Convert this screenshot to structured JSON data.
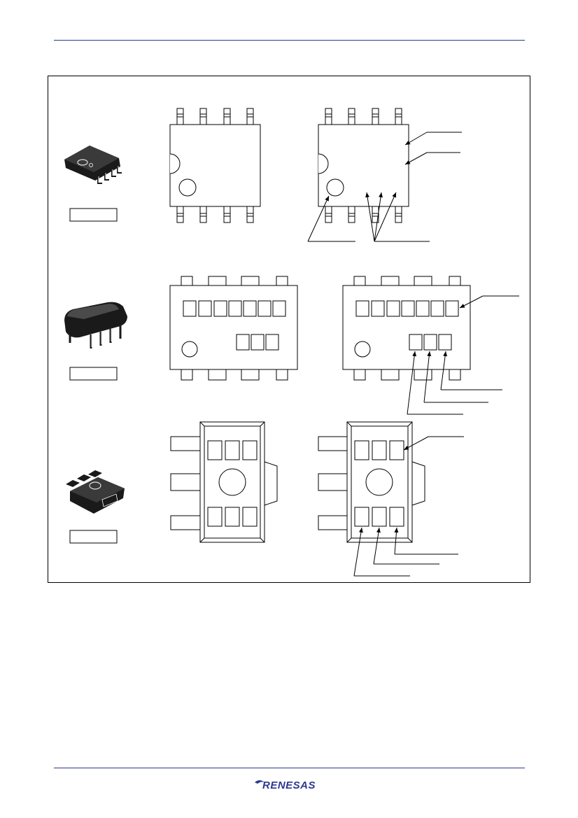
{
  "page": {
    "header_rule_color": "#2b3990",
    "footer_rule_color": "#2b3990"
  },
  "diagram": {
    "rows": [
      {
        "package_photo": "sop8-package-photo",
        "caption": ""
      },
      {
        "package_photo": "dip8-package-photo",
        "caption": ""
      },
      {
        "package_photo": "sot89-package-photo",
        "caption": ""
      }
    ]
  },
  "footer": {
    "logo_text": "RENESAS",
    "logo_color": "#2b3990"
  }
}
